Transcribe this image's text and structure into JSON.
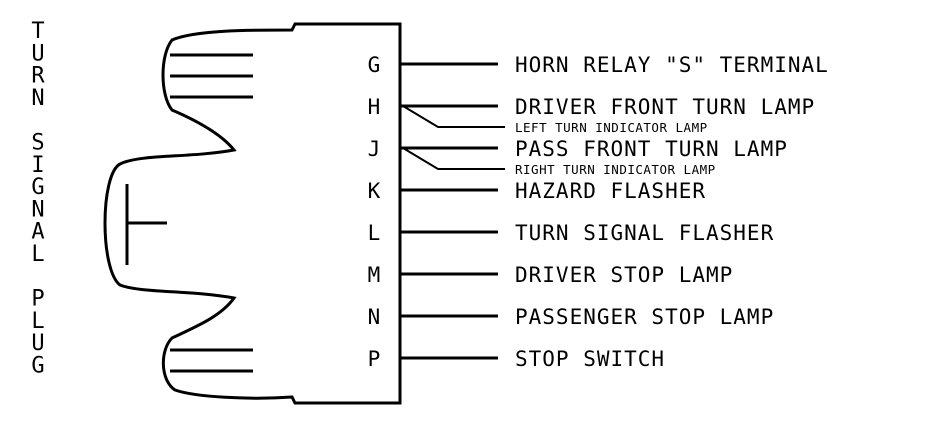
{
  "title_vertical": [
    "T",
    "U",
    "R",
    "N",
    "",
    "S",
    "I",
    "G",
    "N",
    "A",
    "L",
    "",
    "P",
    "L",
    "U",
    "G"
  ],
  "pins": [
    {
      "letter": "G",
      "label": "HORN RELAY \"S\" TERMINAL",
      "sub": ""
    },
    {
      "letter": "H",
      "label": "DRIVER FRONT TURN LAMP",
      "sub": "LEFT TURN INDICATOR LAMP"
    },
    {
      "letter": "J",
      "label": "PASS FRONT TURN LAMP",
      "sub": "RIGHT TURN INDICATOR LAMP"
    },
    {
      "letter": "K",
      "label": "HAZARD FLASHER",
      "sub": ""
    },
    {
      "letter": "L",
      "label": "TURN SIGNAL FLASHER",
      "sub": ""
    },
    {
      "letter": "M",
      "label": "DRIVER STOP LAMP",
      "sub": ""
    },
    {
      "letter": "N",
      "label": "PASSENGER STOP LAMP",
      "sub": ""
    },
    {
      "letter": "P",
      "label": "STOP SWITCH",
      "sub": ""
    }
  ]
}
